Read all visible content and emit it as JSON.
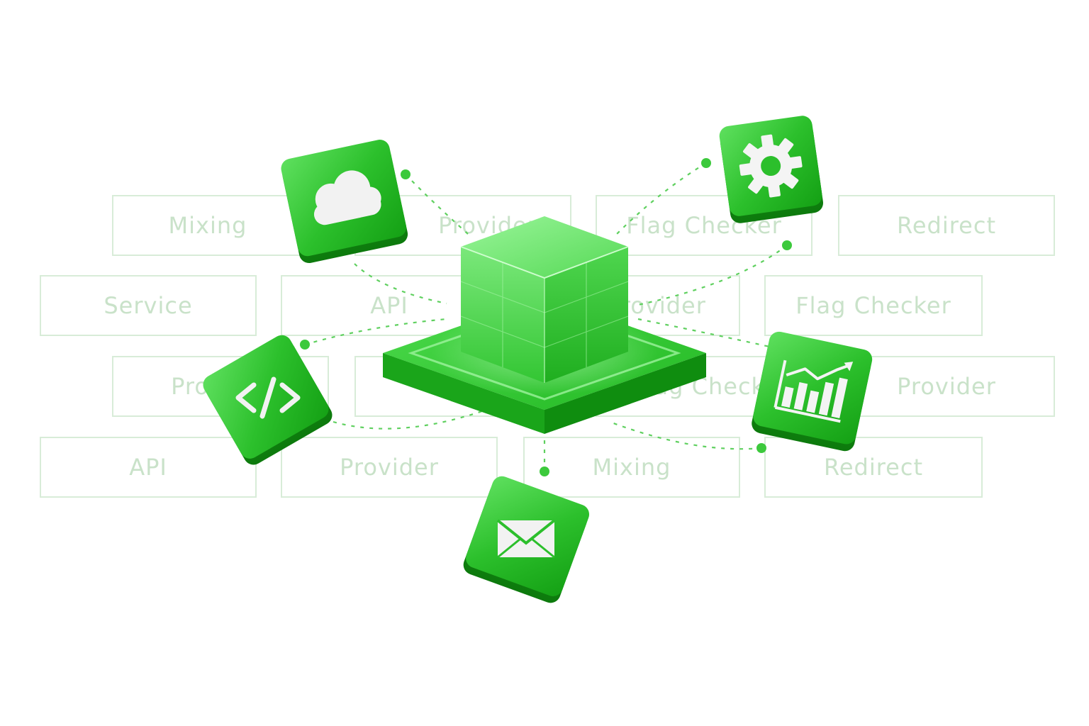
{
  "background_labels": {
    "row1": [
      "Mixing",
      "Provider",
      "Flag Checker",
      "Redirect"
    ],
    "row2": [
      "Service",
      "API",
      "Provider",
      "Flag Checker"
    ],
    "row3": [
      "Provider",
      "",
      "Flag Checker",
      "Provider"
    ],
    "row4": [
      "API",
      "Provider",
      "Mixing",
      "Redirect"
    ]
  },
  "icons": {
    "top_left": "cloud-icon",
    "top_right": "gear-icon",
    "middle_left": "code-icon",
    "middle_right": "bar-chart-trend-icon",
    "bottom": "envelope-icon",
    "center": "cube-on-platform"
  },
  "colors": {
    "primary_green": "#2fc22f",
    "dark_green": "#159a15",
    "light_green": "#6fe06f",
    "bg_text": "#c9e2c9",
    "bg_border": "#d8ecd8",
    "dot": "#3cc93c"
  }
}
